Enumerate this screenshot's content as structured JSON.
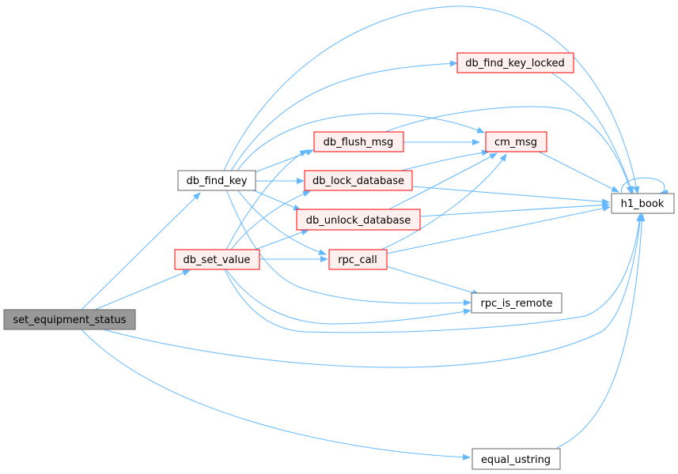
{
  "colors": {
    "edge": "#63b8ff",
    "node_default_fill": "#ffffff",
    "node_default_stroke": "#666666",
    "node_selected_fill": "#999999",
    "node_selected_stroke": "#666666",
    "node_warning_fill": "#fff0f0",
    "node_warning_stroke": "#ff0000"
  },
  "nodes": [
    {
      "id": "set_equipment_status",
      "label": "set_equipment_status",
      "style": "selected"
    },
    {
      "id": "db_find_key",
      "label": "db_find_key",
      "style": "default"
    },
    {
      "id": "db_set_value",
      "label": "db_set_value",
      "style": "warning"
    },
    {
      "id": "db_find_key_locked",
      "label": "db_find_key_locked",
      "style": "warning"
    },
    {
      "id": "db_flush_msg",
      "label": "db_flush_msg",
      "style": "warning"
    },
    {
      "id": "db_lock_database",
      "label": "db_lock_database",
      "style": "warning"
    },
    {
      "id": "db_unlock_database",
      "label": "db_unlock_database",
      "style": "warning"
    },
    {
      "id": "rpc_call",
      "label": "rpc_call",
      "style": "warning"
    },
    {
      "id": "cm_msg",
      "label": "cm_msg",
      "style": "warning"
    },
    {
      "id": "h1_book",
      "label": "h1_book",
      "style": "default"
    },
    {
      "id": "rpc_is_remote",
      "label": "rpc_is_remote",
      "style": "default"
    },
    {
      "id": "equal_ustring",
      "label": "equal_ustring",
      "style": "default"
    }
  ],
  "edges": [
    [
      "set_equipment_status",
      "db_find_key"
    ],
    [
      "set_equipment_status",
      "db_set_value"
    ],
    [
      "set_equipment_status",
      "h1_book"
    ],
    [
      "set_equipment_status",
      "equal_ustring"
    ],
    [
      "db_find_key",
      "h1_book"
    ],
    [
      "db_find_key",
      "db_find_key_locked"
    ],
    [
      "db_find_key",
      "cm_msg"
    ],
    [
      "db_find_key",
      "db_flush_msg"
    ],
    [
      "db_find_key",
      "db_lock_database"
    ],
    [
      "db_find_key",
      "db_unlock_database"
    ],
    [
      "db_find_key",
      "rpc_call"
    ],
    [
      "db_find_key",
      "rpc_is_remote"
    ],
    [
      "db_set_value",
      "db_flush_msg"
    ],
    [
      "db_set_value",
      "db_lock_database"
    ],
    [
      "db_set_value",
      "db_unlock_database"
    ],
    [
      "db_set_value",
      "rpc_call"
    ],
    [
      "db_set_value",
      "rpc_is_remote"
    ],
    [
      "db_set_value",
      "h1_book"
    ],
    [
      "db_find_key_locked",
      "h1_book"
    ],
    [
      "db_flush_msg",
      "cm_msg"
    ],
    [
      "db_flush_msg",
      "h1_book"
    ],
    [
      "db_lock_database",
      "cm_msg"
    ],
    [
      "db_lock_database",
      "h1_book"
    ],
    [
      "db_unlock_database",
      "cm_msg"
    ],
    [
      "db_unlock_database",
      "h1_book"
    ],
    [
      "rpc_call",
      "cm_msg"
    ],
    [
      "rpc_call",
      "h1_book"
    ],
    [
      "rpc_call",
      "rpc_is_remote"
    ],
    [
      "cm_msg",
      "h1_book"
    ],
    [
      "h1_book",
      "h1_book"
    ],
    [
      "equal_ustring",
      "h1_book"
    ]
  ]
}
